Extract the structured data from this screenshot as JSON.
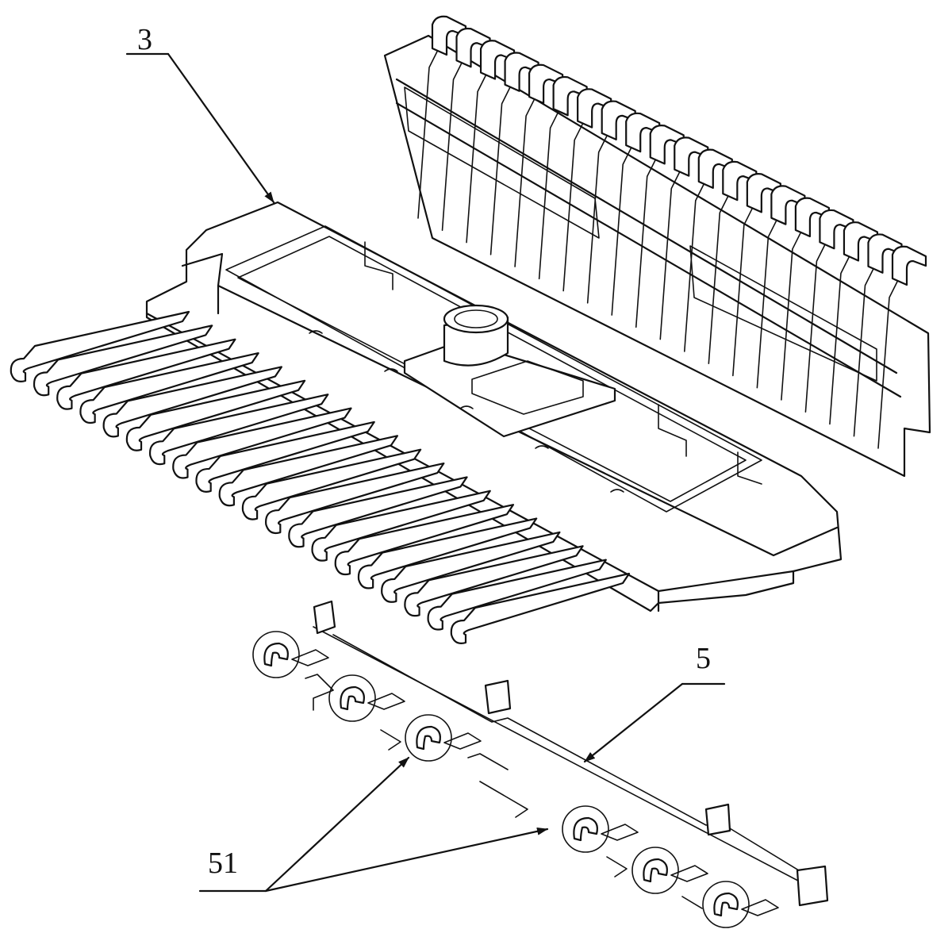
{
  "labels": {
    "part_3": "3",
    "part_5": "5",
    "part_51": "51"
  }
}
